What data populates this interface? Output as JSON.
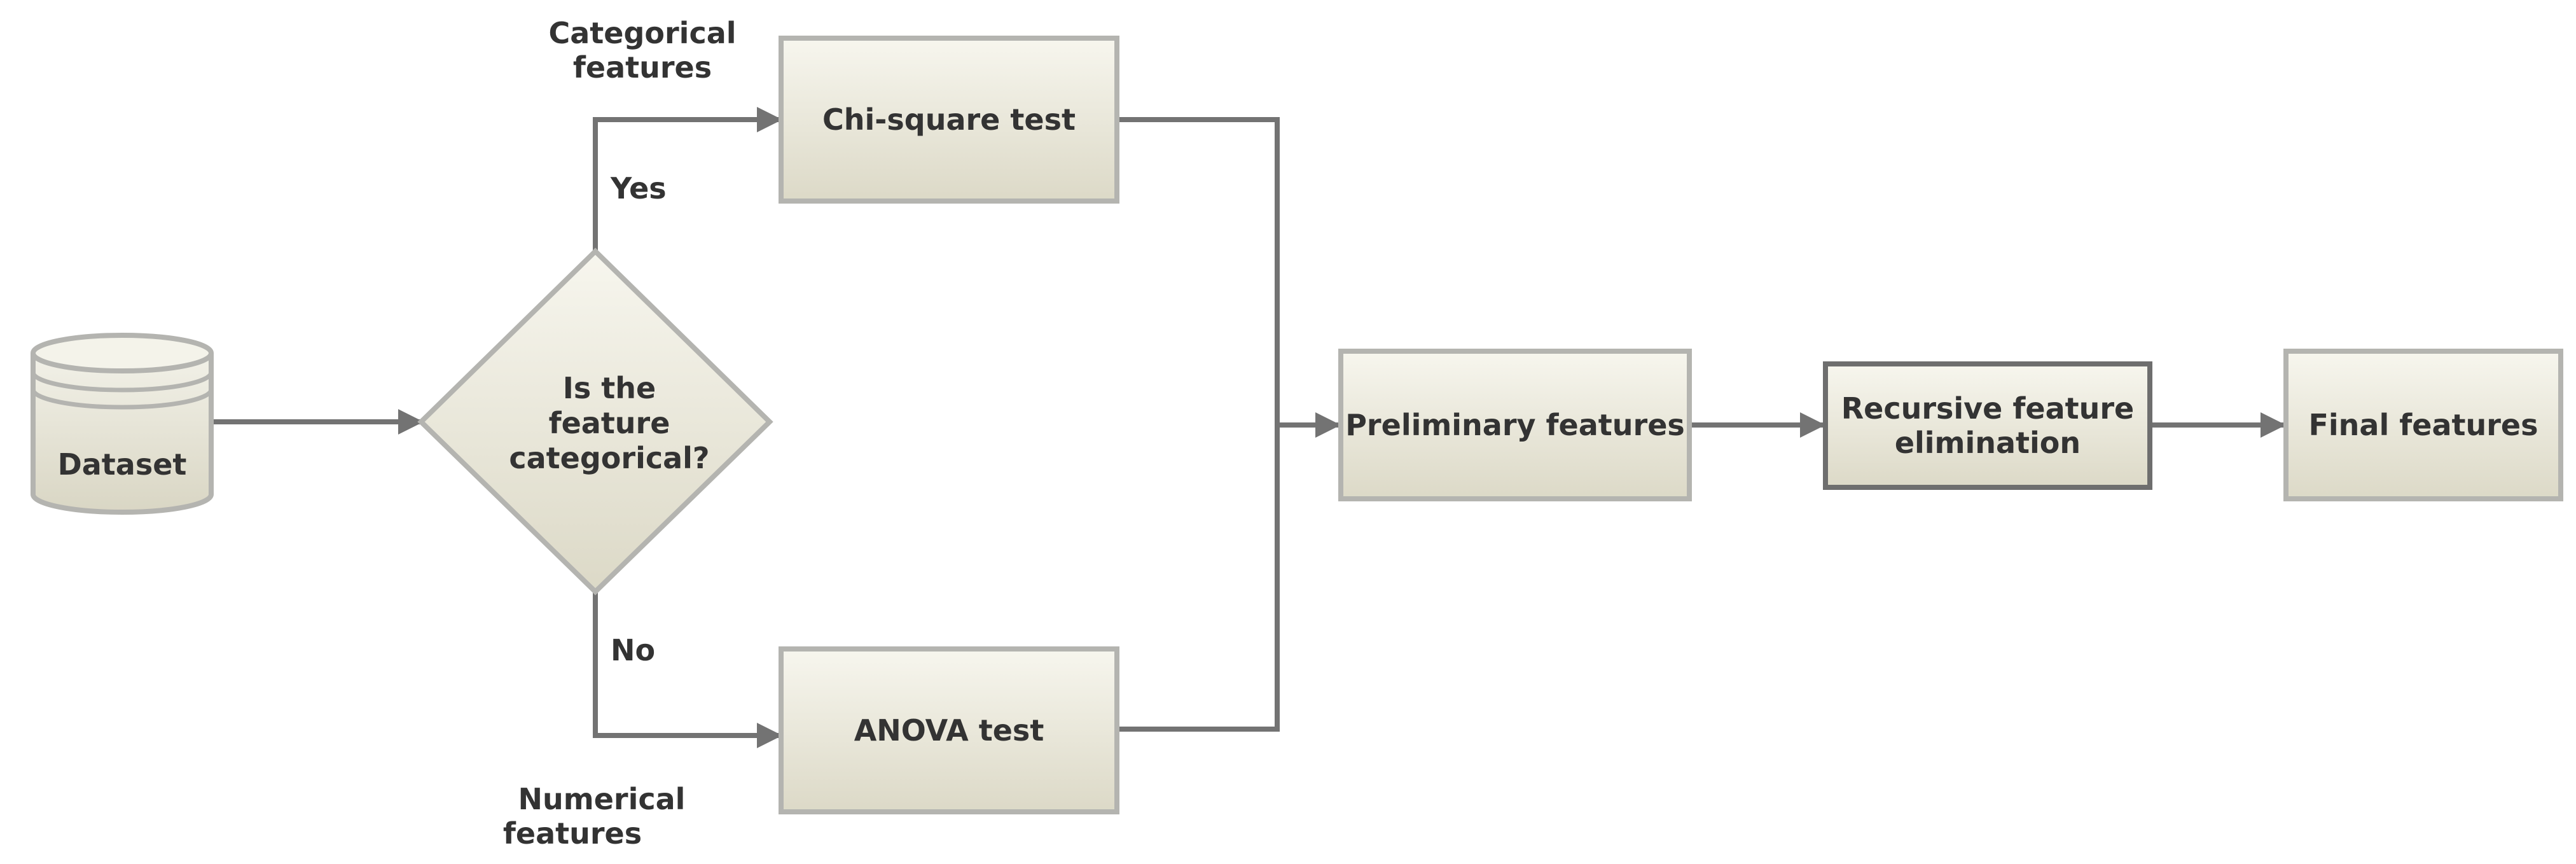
{
  "nodes": {
    "dataset": "Dataset",
    "decision": [
      "Is the",
      "feature",
      "categorical?"
    ],
    "chi_square": "Chi-square test",
    "anova": "ANOVA test",
    "preliminary": "Preliminary features",
    "rfe": [
      "Recursive feature",
      "elimination"
    ],
    "final": "Final features"
  },
  "edges": {
    "yes": "Yes",
    "no": "No",
    "categorical": [
      "Categorical",
      "features"
    ],
    "numerical": [
      "Numerical",
      "features"
    ]
  },
  "colors": {
    "fill_top": "#f7f6ee",
    "fill_bottom": "#dcd9c7",
    "border": "#b4b4b0",
    "border_dark": "#6e6e6e",
    "edge": "#737373",
    "text": "#333333"
  }
}
